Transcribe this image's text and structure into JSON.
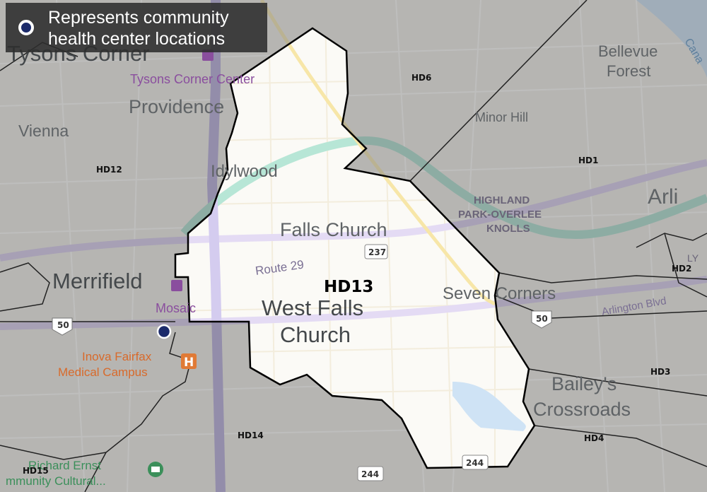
{
  "legend": {
    "text_line1": "Represents community",
    "text_line2": "health center locations",
    "marker_color": "#1c2b6b"
  },
  "highlighted_district": {
    "label": "HD13",
    "fill_color": "#ffffff",
    "border_color": "#000000"
  },
  "district_labels": {
    "hd6": "HD6",
    "hd12": "HD12",
    "hd1": "HD1",
    "hd2": "HD2",
    "hd3": "HD3",
    "hd4": "HD4",
    "hd14": "HD14",
    "hd15": "HD15"
  },
  "place_labels": {
    "tysons_corner": "Tysons Corner",
    "tysons_corner_center": "Tysons Corner Center",
    "providence": "Providence",
    "vienna": "Vienna",
    "idylwood": "Idylwood",
    "merrifield": "Merrifield",
    "mosaic": "Mosaic",
    "falls_church": "Falls Church",
    "west_falls_church_1": "West Falls",
    "west_falls_church_2": "Church",
    "seven_corners": "Seven Corners",
    "minor_hill": "Minor Hill",
    "bellevue_forest_1": "Bellevue",
    "bellevue_forest_2": "Forest",
    "highland_1": "HIGHLAND",
    "highland_2": "PARK-OVERLEE",
    "highland_3": "KNOLLS",
    "arlington": "Arli",
    "baileys_1": "Bailey's",
    "baileys_2": "Crossroads",
    "inova_1": "Inova Fairfax",
    "inova_2": "Medical Campus",
    "richard_ernst_1": "Richard  Ernst",
    "richard_ernst_2": "mmunity Cultural...",
    "route29": "Route 29",
    "arlington_blvd": "Arlington Blvd",
    "canal": "Cana",
    "ly": "LY"
  },
  "road_shields": {
    "r237": "237",
    "r50_west": "50",
    "r50_east": "50",
    "r244_a": "244",
    "r244_b": "244"
  },
  "health_centers": [
    {
      "name": "community-health-center"
    }
  ],
  "colors": {
    "overlay": "#8c8c8c",
    "major_road": "#c7b8e6",
    "highway": "#9c8ecf",
    "green_road": "#8fd3bf",
    "water": "#b8d6f0"
  }
}
